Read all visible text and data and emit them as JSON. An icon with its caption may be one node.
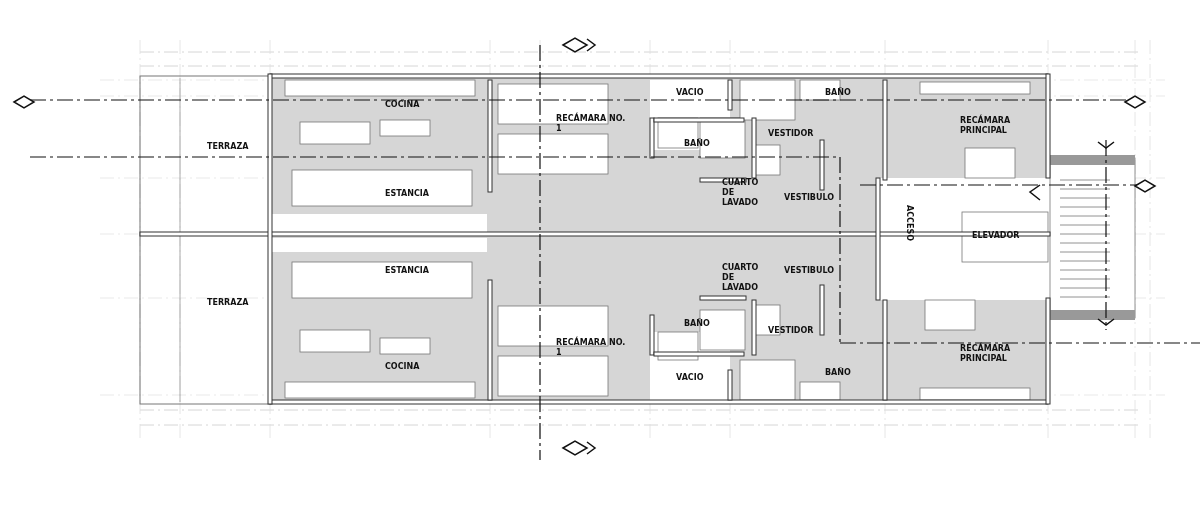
{
  "diagram": {
    "labels": [
      "VACIO",
      "BAÑO",
      "COCINA",
      "RECÁMARA NO. 1",
      "RECÁMARA PRINCIPAL",
      "VESTIDOR",
      "BAÑO",
      "TERRAZA",
      "CUARTO DE LAVADO",
      "ESTANCIA",
      "VESTIBULO",
      "ACCESO",
      "ELEVADOR",
      "ESTANCIA",
      "VESTIBULO",
      "CUARTO DE LAVADO",
      "TERRAZA",
      "BAÑO",
      "VESTIDOR",
      "RECÁMARA NO. 1",
      "RECÁMARA PRINCIPAL",
      "COCINA",
      "BAÑO",
      "VACIO"
    ]
  }
}
